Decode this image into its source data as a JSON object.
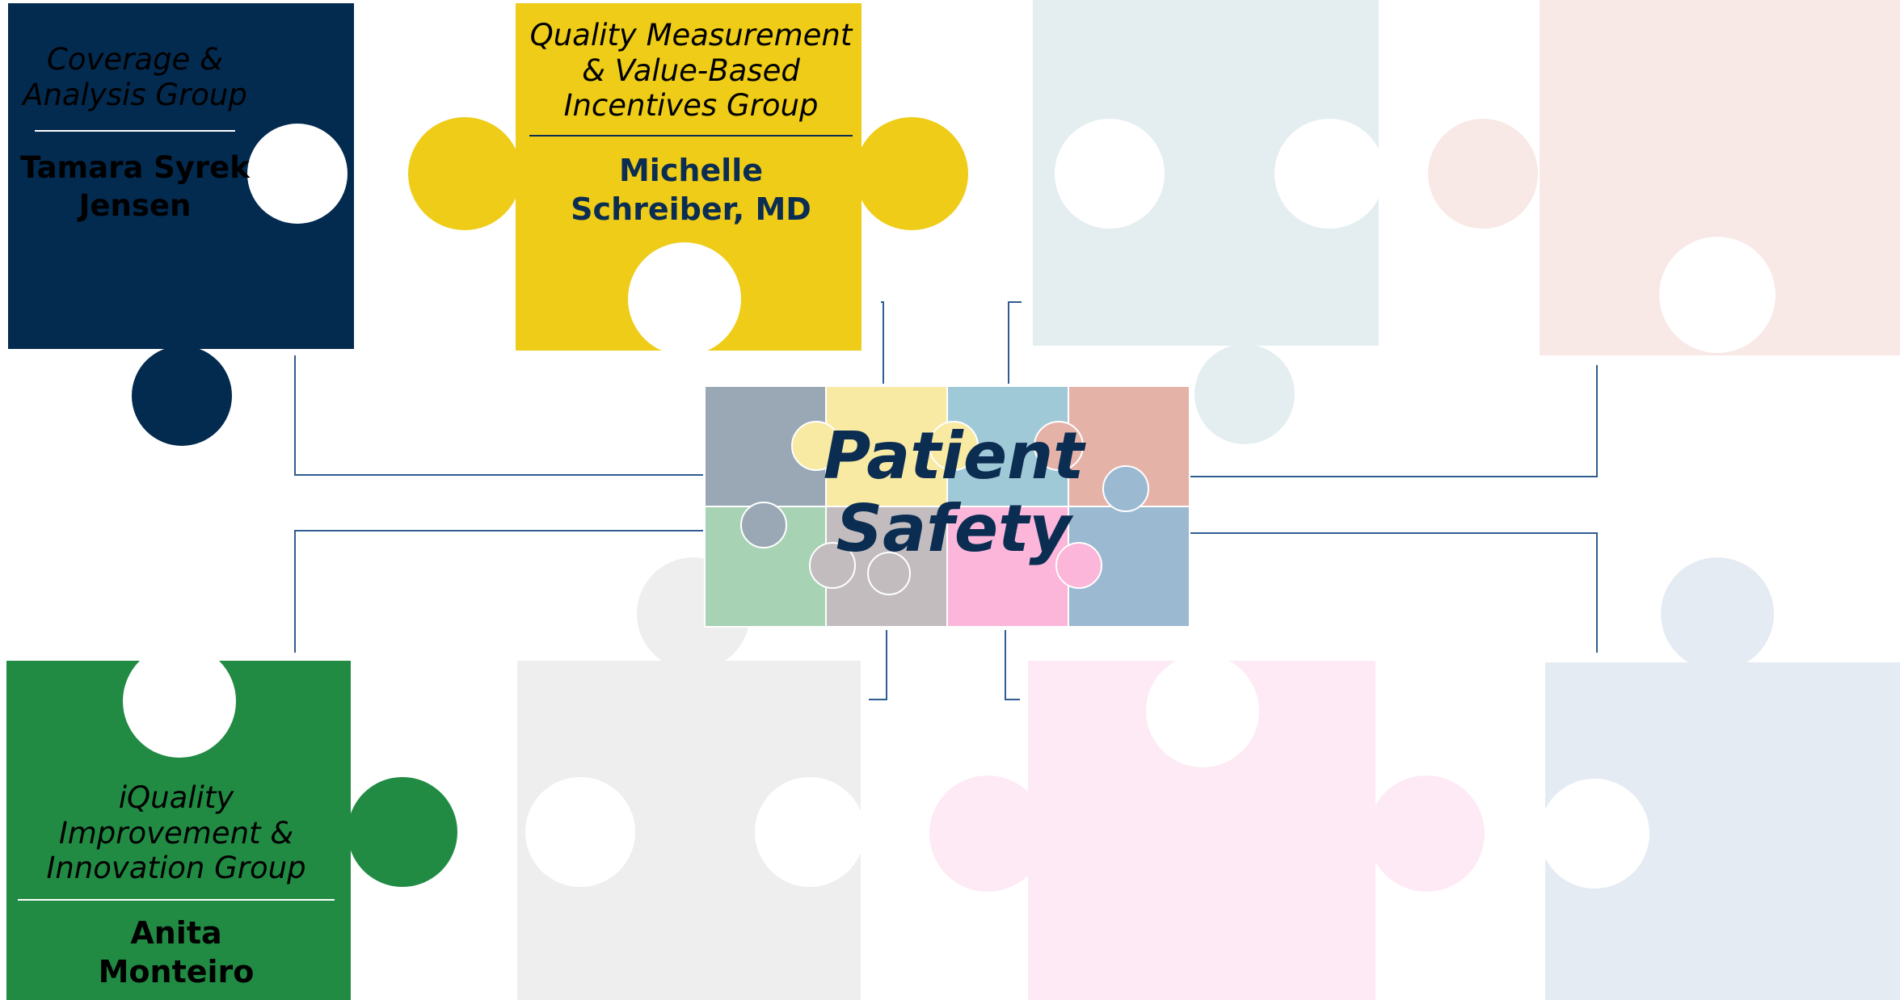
{
  "center": {
    "line1": "Patient",
    "line2": "Safety"
  },
  "groups": [
    {
      "id": "coverage",
      "group_name": "Coverage & Analysis Group",
      "person": "Tamara Syrek Jensen",
      "fill": "#032a4f",
      "text_color": "#ffffff"
    },
    {
      "id": "quality",
      "group_name": "Quality Measurement & Value-Based Incentives Group",
      "person": "Michelle Schreiber, MD",
      "fill": "#eecc17",
      "text_color": "#0b2d52"
    },
    {
      "id": "iquality",
      "group_name": "iQuality Improvement & Innovation Group",
      "person": "Anita Monteiro",
      "fill": "#218b44",
      "text_color": "#ffffff"
    }
  ],
  "blank_pieces": [
    {
      "id": "blank-top-3",
      "fill": "#e4eef1"
    },
    {
      "id": "blank-top-4",
      "fill": "#f8e8e6"
    },
    {
      "id": "blank-bottom-2",
      "fill": "#eeeeee"
    },
    {
      "id": "blank-bottom-3",
      "fill": "#fdeaf4"
    },
    {
      "id": "blank-bottom-4",
      "fill": "#e5ebf3"
    }
  ],
  "center_tiles": [
    "#9aa8b6",
    "#f8e9a3",
    "#9fc9d6",
    "#e5b2a8",
    "#a7d2b4",
    "#c2bcbe",
    "#fbb6d9",
    "#9cb9d2"
  ],
  "connector_color": "#2f5c91"
}
